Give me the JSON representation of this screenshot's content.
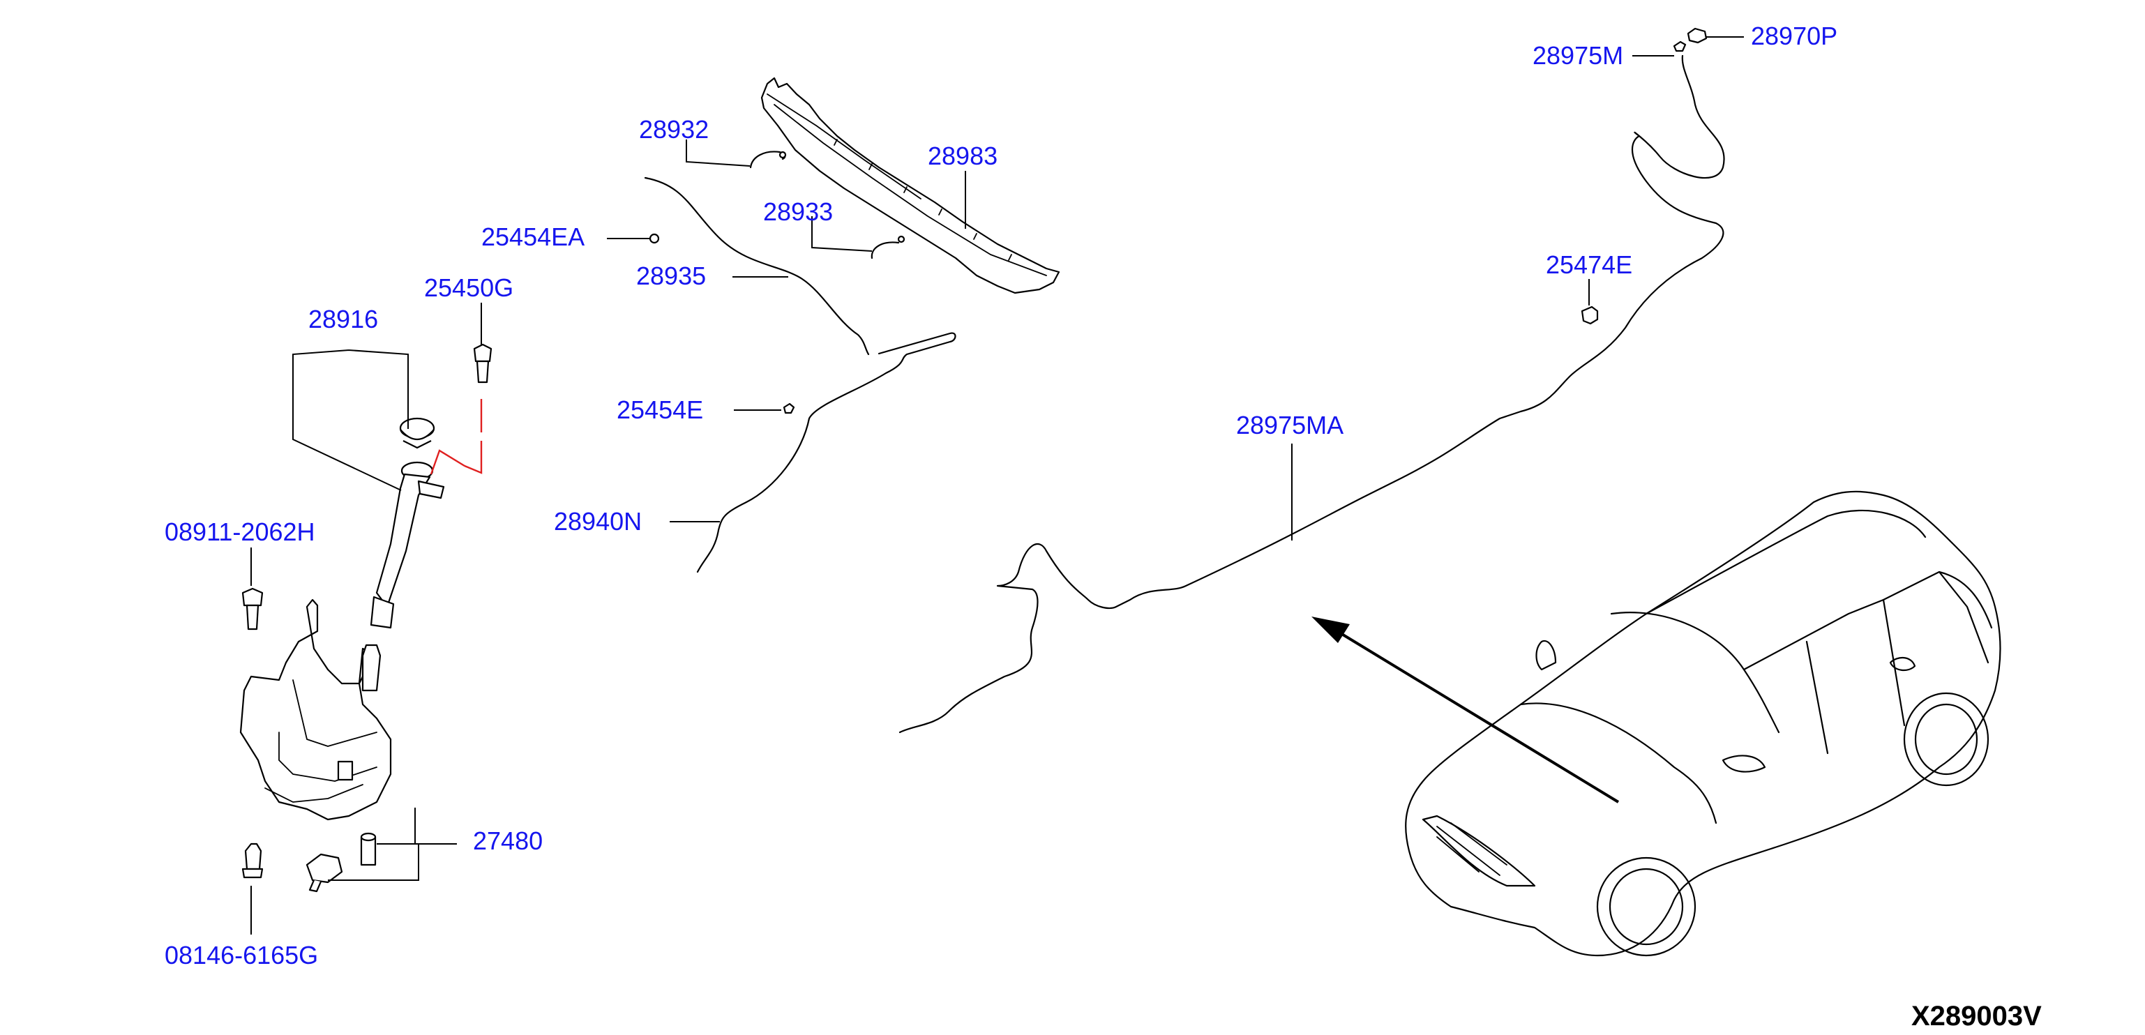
{
  "colors": {
    "label": "#1515ee",
    "line": "#000000",
    "guide": "#e02020",
    "code": "#000000"
  },
  "labels": {
    "p28975M": "28975M",
    "p28970P": "28970P",
    "p28932": "28932",
    "p28983": "28983",
    "p28933": "28933",
    "p25454EA": "25454EA",
    "p28935": "28935",
    "p25450G": "25450G",
    "p28916": "28916",
    "p25474E": "25474E",
    "p25454E": "25454E",
    "p28975MA": "28975MA",
    "p28940N": "28940N",
    "p08911": "08911-2062H",
    "p27480": "27480",
    "p08146": "08146-6165G"
  },
  "diagram_code": "X289003V"
}
